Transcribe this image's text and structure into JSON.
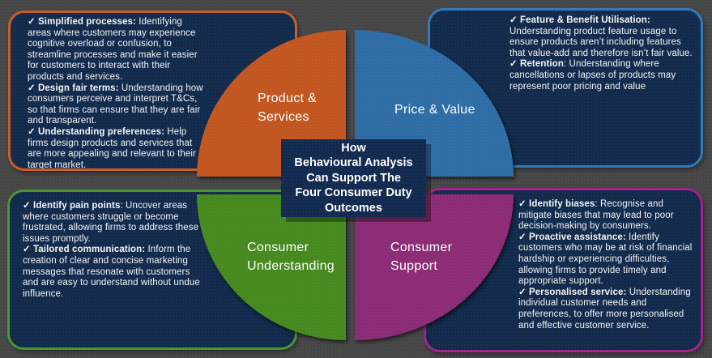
{
  "title": {
    "lines": [
      "How",
      "Behavioural Analysis",
      "Can Support The",
      "Four Consumer Duty",
      "Outcomes"
    ]
  },
  "quadrants": {
    "product_services": {
      "label": "Product &\nServices",
      "color": "#c25620"
    },
    "price_value": {
      "label": "Price & Value",
      "color": "#2e6ca6"
    },
    "consumer_understanding": {
      "label": "Consumer\nUnderstanding",
      "color": "#46891f"
    },
    "consumer_support": {
      "label": "Consumer\nSupport",
      "color": "#8c2b76"
    }
  },
  "boxes": {
    "top_left": {
      "accent_color": "#c85c28",
      "items": [
        {
          "label": "✓ Simplified processes:",
          "text": " Identifying areas where customers may experience cognitive overload or confusion, to streamline processes and make it easier for customers to interact with their products and services."
        },
        {
          "label": "✓ Design fair terms:",
          "text": " Understanding how consumers perceive and interpret T&Cs, so that firms can ensure that they are fair and transparent."
        },
        {
          "label": "✓ Understanding preferences:",
          "text": " Help firms design products and services that are more appealing and relevant to their target market."
        }
      ]
    },
    "top_right": {
      "accent_color": "#3279b7",
      "items": [
        {
          "label": "✓ Feature & Benefit Utilisation:",
          "text": " Understanding product feature usage to ensure products aren’t including features that value-add and therefore isn’t fair value."
        },
        {
          "label": "✓ Retention",
          "text": ": Understanding where cancellations or lapses of products may represent poor pricing and value"
        }
      ]
    },
    "bottom_left": {
      "accent_color": "#4a9431",
      "items": [
        {
          "label": "✓ Identify pain points",
          "text": ": Uncover areas where customers struggle or become frustrated, allowing firms to address these issues promptly."
        },
        {
          "label": "✓ Tailored communication:",
          "text": " Inform the creation of clear and concise marketing messages that resonate with customers and are easy to understand without undue influence."
        }
      ]
    },
    "bottom_right": {
      "accent_color": "#a12386",
      "items": [
        {
          "label": "✓ Identify biases",
          "text": ": Recognise and mitigate biases that may lead to  poor decision-making by consumers."
        },
        {
          "label": "✓ Proactive assistance:",
          "text": " Identify customers who may be at risk of financial hardship or experiencing difficulties, allowing firms to provide timely and appropriate support."
        },
        {
          "label": "✓ Personalised service:",
          "text": " Understanding individual customer needs and preferences, to offer more personalised and effective customer service."
        }
      ]
    }
  },
  "colors": {
    "background": "#464646",
    "box_fill": "#122a4b",
    "center_box_fill": "#132a50",
    "text": "#ffffff"
  }
}
